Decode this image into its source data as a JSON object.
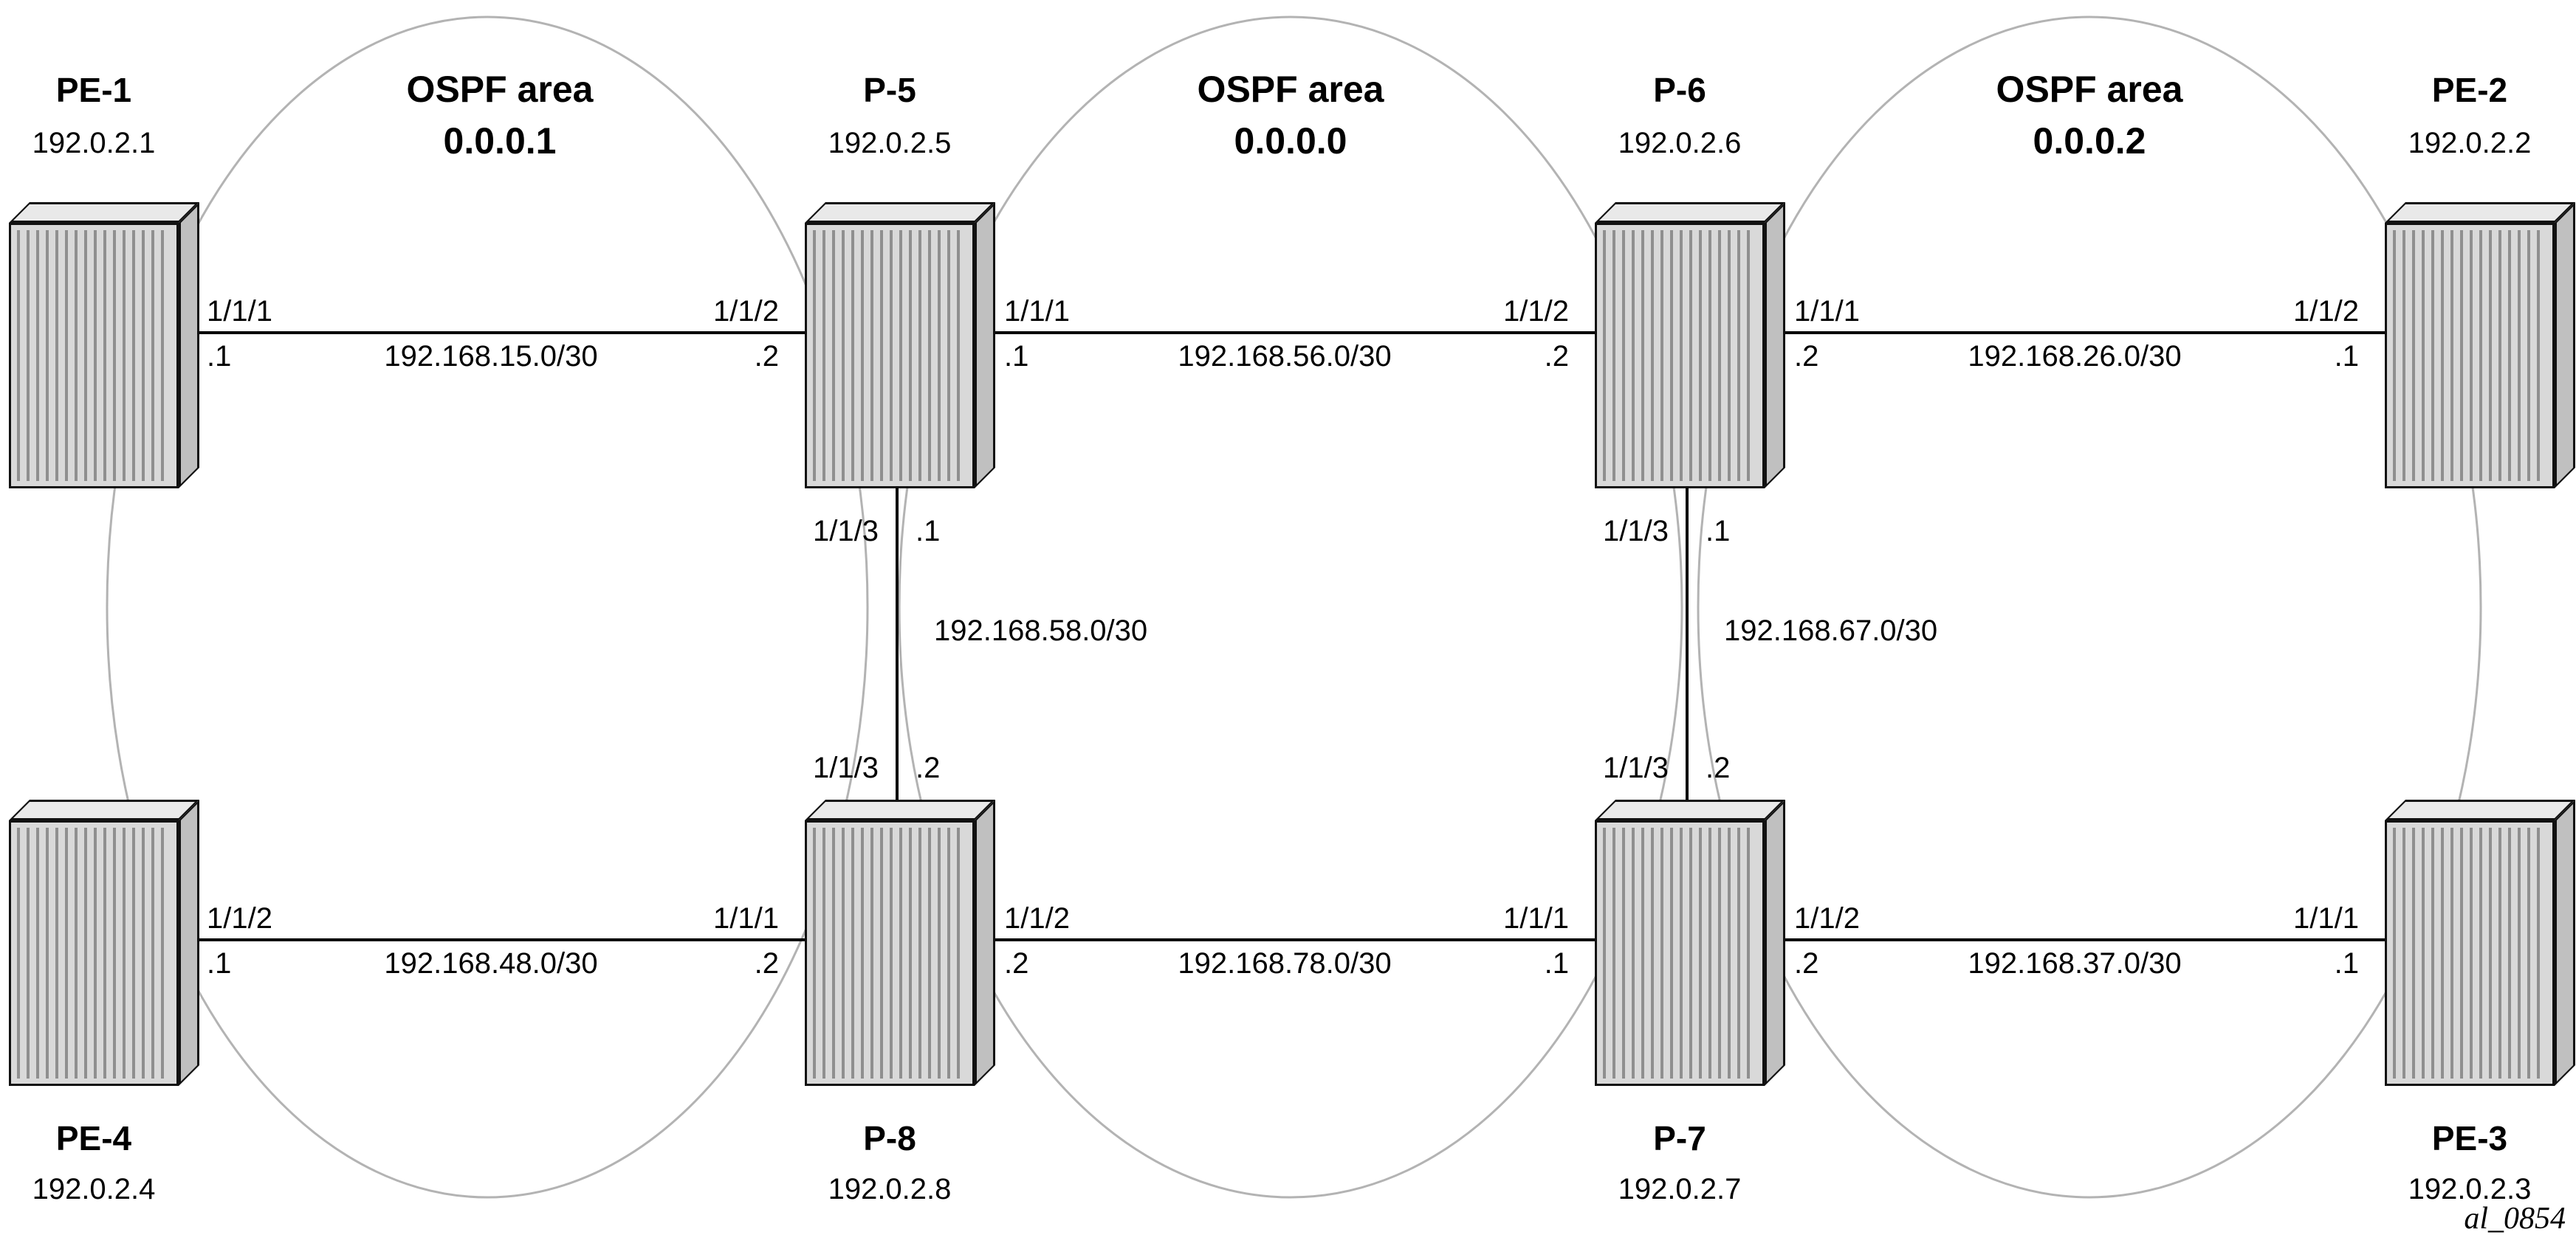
{
  "figure": {
    "watermark": "al_0854"
  },
  "areas": [
    {
      "title": "OSPF area",
      "id": "0.0.0.1"
    },
    {
      "title": "OSPF area",
      "id": "0.0.0.0"
    },
    {
      "title": "OSPF area",
      "id": "0.0.0.2"
    }
  ],
  "routers": {
    "pe1": {
      "name": "PE-1",
      "ip": "192.0.2.1"
    },
    "pe2": {
      "name": "PE-2",
      "ip": "192.0.2.2"
    },
    "pe3": {
      "name": "PE-3",
      "ip": "192.0.2.3"
    },
    "pe4": {
      "name": "PE-4",
      "ip": "192.0.2.4"
    },
    "p5": {
      "name": "P-5",
      "ip": "192.0.2.5"
    },
    "p6": {
      "name": "P-6",
      "ip": "192.0.2.6"
    },
    "p7": {
      "name": "P-7",
      "ip": "192.0.2.7"
    },
    "p8": {
      "name": "P-8",
      "ip": "192.0.2.8"
    }
  },
  "links": {
    "pe1_p5": {
      "a_port": "1/1/1",
      "a_addr": ".1",
      "subnet": "192.168.15.0/30",
      "b_port": "1/1/2",
      "b_addr": ".2"
    },
    "p5_p6": {
      "a_port": "1/1/1",
      "a_addr": ".1",
      "subnet": "192.168.56.0/30",
      "b_port": "1/1/2",
      "b_addr": ".2"
    },
    "p6_pe2": {
      "a_port": "1/1/1",
      "a_addr": ".2",
      "subnet": "192.168.26.0/30",
      "b_port": "1/1/2",
      "b_addr": ".1"
    },
    "p5_p8": {
      "a_port": "1/1/3",
      "a_addr": ".1",
      "subnet": "192.168.58.0/30",
      "b_port": "1/1/3",
      "b_addr": ".2"
    },
    "p6_p7": {
      "a_port": "1/1/3",
      "a_addr": ".1",
      "subnet": "192.168.67.0/30",
      "b_port": "1/1/3",
      "b_addr": ".2"
    },
    "pe4_p8": {
      "a_port": "1/1/2",
      "a_addr": ".1",
      "subnet": "192.168.48.0/30",
      "b_port": "1/1/1",
      "b_addr": ".2"
    },
    "p8_p7": {
      "a_port": "1/1/2",
      "a_addr": ".2",
      "subnet": "192.168.78.0/30",
      "b_port": "1/1/1",
      "b_addr": ".1"
    },
    "p7_pe3": {
      "a_port": "1/1/2",
      "a_addr": ".2",
      "subnet": "192.168.37.0/30",
      "b_port": "1/1/1",
      "b_addr": ".1"
    }
  },
  "colors": {
    "background": "#ffffff",
    "text": "#000000",
    "link_line": "#000000",
    "area_ellipse": "#b3b3b3",
    "router_face": "#d9d9d9",
    "router_rib": "#8f8f8f",
    "router_top": "#e9e9e9",
    "router_side": "#c0c0c0"
  }
}
